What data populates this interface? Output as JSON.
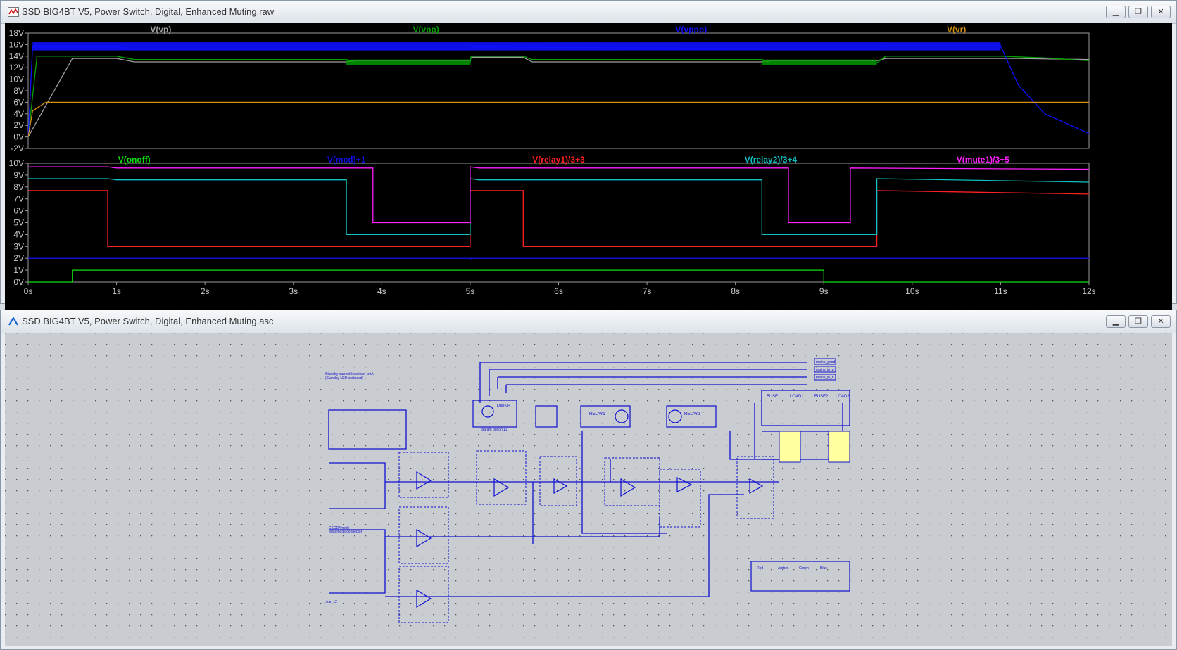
{
  "plot_window": {
    "title": "SSD BIG4BT V5, Power Switch, Digital, Enhanced Muting.raw",
    "minimize_label": "▁",
    "restore_label": "❐",
    "close_label": "✕"
  },
  "schematic_window": {
    "title": "SSD BIG4BT V5, Power Switch, Digital, Enhanced Muting.asc",
    "minimize_label": "▁",
    "restore_label": "❐",
    "close_label": "✕",
    "notes": {
      "standby": "Standby-current less than 1mA",
      "standby_sub": "(Standby LED excluded)",
      "cscd": "CSCD4mode",
      "xlr": "Mad-mode connector",
      "param": ".param ponon 11",
      "tran": ".tran 12"
    },
    "labels": {
      "relay1": "RELAY1",
      "relay2": "RELAY2",
      "mains": "MAINS",
      "fuse1": "FUSE1",
      "load1": "LOAD1",
      "fuse2": "FUSE2",
      "load2": "LOAD2",
      "r_top": "mains_good",
      "r_mid": "mains_in_p",
      "r_bot": "mains_in_n",
      "led_a": "Red",
      "led_b": "Amber",
      "led_c": "Green",
      "led_d": "Blue"
    }
  },
  "colors": {
    "vp": "#a0a0a0",
    "vpp": "#00a000",
    "vppp": "#1010ff",
    "vr": "#d09010",
    "onoff": "#10e010",
    "mcd": "#1010e0",
    "relay1": "#ff2020",
    "relay2": "#10c0c0",
    "mute1": "#ff20ff",
    "wire": "#0000d0"
  },
  "chart_data": [
    {
      "type": "line",
      "xlim": [
        0,
        12
      ],
      "ylim": [
        -2,
        18
      ],
      "y_ticks": [
        "18V",
        "16V",
        "14V",
        "12V",
        "10V",
        "8V",
        "6V",
        "4V",
        "2V",
        "0V",
        "-2V"
      ],
      "series": [
        {
          "name": "V(vp)",
          "x": [
            0,
            0.5,
            0.6,
            1,
            1.2,
            3.6,
            3.7,
            5,
            5.01,
            5.6,
            5.7,
            8.3,
            8.4,
            9.6,
            9.7,
            11,
            11.2,
            12
          ],
          "y": [
            0,
            13.6,
            13.6,
            13.6,
            13,
            13,
            13.2,
            13.2,
            13.8,
            13.8,
            13,
            13,
            13.2,
            13.2,
            13.6,
            13.6,
            13.6,
            13.4
          ]
        },
        {
          "name": "V(vpp)",
          "x": [
            0,
            0.1,
            0.5,
            1,
            1.2,
            3.6,
            3.7,
            5,
            5.01,
            5.6,
            5.7,
            8.3,
            8.4,
            9.6,
            9.7,
            11,
            11.5,
            12
          ],
          "y": [
            0,
            14,
            14,
            14,
            13.4,
            13.4,
            12.8,
            12.8,
            14,
            14,
            13.4,
            13.4,
            12.8,
            12.8,
            14,
            14,
            13.7,
            13.2
          ]
        },
        {
          "name": "V(vppp)",
          "x": [
            0,
            0.05,
            0.5,
            1,
            1.2,
            5,
            5.01,
            9.6,
            9.7,
            11,
            11.2,
            11.5,
            12
          ],
          "y": [
            0,
            15.6,
            15.6,
            15.6,
            15.2,
            15.2,
            15.6,
            15.2,
            15.8,
            15.8,
            9,
            4,
            0.6
          ]
        },
        {
          "name": "V(vr)",
          "x": [
            0,
            0.05,
            0.2,
            12
          ],
          "y": [
            0,
            4.5,
            6,
            6
          ]
        }
      ]
    },
    {
      "type": "line",
      "xlim": [
        0,
        12
      ],
      "ylim": [
        0,
        10
      ],
      "x_ticks": [
        "0s",
        "1s",
        "2s",
        "3s",
        "4s",
        "5s",
        "6s",
        "7s",
        "8s",
        "9s",
        "10s",
        "11s",
        "12s"
      ],
      "y_ticks": [
        "10V",
        "9V",
        "8V",
        "7V",
        "6V",
        "5V",
        "4V",
        "3V",
        "2V",
        "1V",
        "0V"
      ],
      "series": [
        {
          "name": "V(onoff)",
          "x": [
            0,
            0.5,
            0.5,
            9,
            9,
            12
          ],
          "y": [
            0,
            0,
            1,
            1,
            0,
            0
          ]
        },
        {
          "name": "V(mcd)+1",
          "x": [
            0,
            4.99,
            5,
            5,
            5.01,
            12
          ],
          "y": [
            2,
            2,
            2,
            1.9,
            2,
            2
          ]
        },
        {
          "name": "V(relay1)/3+3",
          "x": [
            0,
            0.9,
            0.9,
            5,
            5,
            5.6,
            5.6,
            9.6,
            9.6,
            12
          ],
          "y": [
            7.7,
            7.7,
            3,
            3,
            7.7,
            7.7,
            3,
            3,
            7.7,
            7.4
          ]
        },
        {
          "name": "V(relay2)/3+4",
          "x": [
            0,
            0.9,
            1,
            3.6,
            3.6,
            5,
            5,
            5.1,
            8.3,
            8.3,
            9.6,
            9.6,
            12
          ],
          "y": [
            8.7,
            8.7,
            8.6,
            8.6,
            4,
            4,
            8.7,
            8.6,
            8.6,
            4,
            4,
            8.7,
            8.4
          ]
        },
        {
          "name": "V(mute1)/3+5",
          "x": [
            0,
            0.9,
            1,
            3.9,
            3.9,
            5,
            5,
            5.1,
            8.6,
            8.6,
            9.3,
            9.3,
            12
          ],
          "y": [
            9.7,
            9.7,
            9.6,
            9.6,
            5,
            5,
            9.7,
            9.6,
            9.6,
            5,
            5,
            9.6,
            9.5
          ]
        }
      ]
    }
  ]
}
